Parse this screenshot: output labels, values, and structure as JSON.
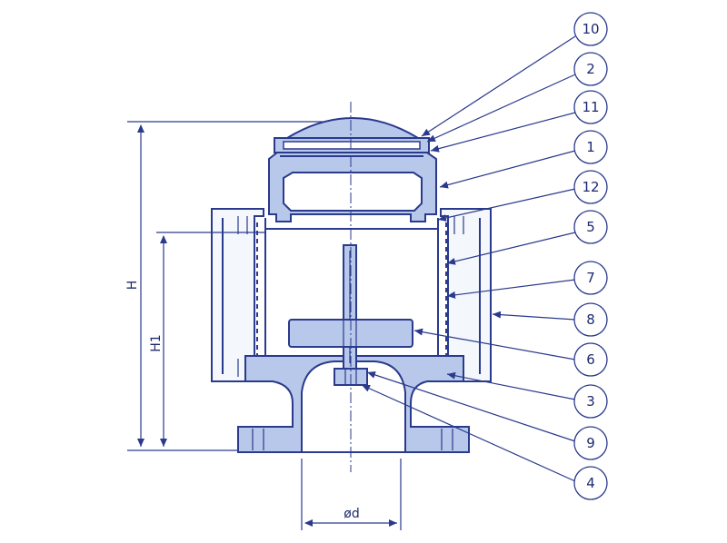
{
  "dimensions": {
    "height_label": "H",
    "height1_label": "H1",
    "diameter_label": "ød"
  },
  "callouts": {
    "c10": "10",
    "c2": "2",
    "c11": "11",
    "c1": "1",
    "c12": "12",
    "c5": "5",
    "c7": "7",
    "c8": "8",
    "c6": "6",
    "c3": "3",
    "c9": "9",
    "c4": "4"
  },
  "colors": {
    "line": "#2a3a8c",
    "fill": "#b8c8ea",
    "background": "#ffffff"
  }
}
